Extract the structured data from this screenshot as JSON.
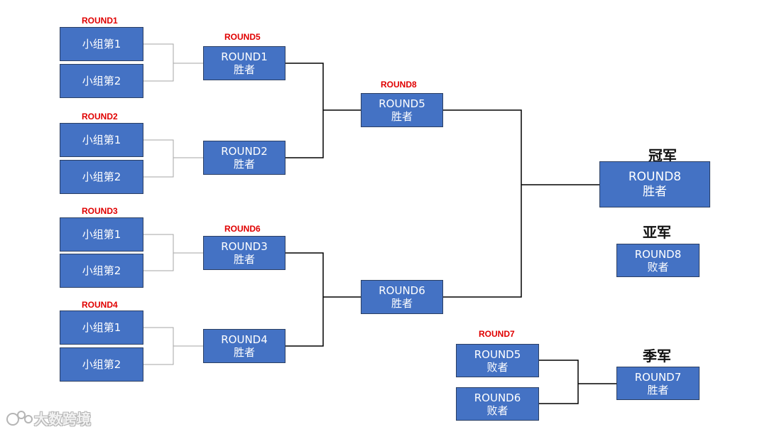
{
  "round_labels": {
    "r1": "ROUND1",
    "r2": "ROUND2",
    "r3": "ROUND3",
    "r4": "ROUND4",
    "r5": "ROUND5",
    "r6": "ROUND6",
    "r7": "ROUND7",
    "r8": "ROUND8"
  },
  "group": {
    "first": "小组第1",
    "second": "小组第2"
  },
  "winner_of": {
    "r1": [
      "ROUND1",
      "胜者"
    ],
    "r2": [
      "ROUND2",
      "胜者"
    ],
    "r3": [
      "ROUND3",
      "胜者"
    ],
    "r4": [
      "ROUND4",
      "胜者"
    ],
    "r5": [
      "ROUND5",
      "胜者"
    ],
    "r6": [
      "ROUND6",
      "胜者"
    ],
    "r7": [
      "ROUND7",
      "胜者"
    ],
    "r8": [
      "ROUND8",
      "胜者"
    ]
  },
  "loser_of": {
    "r5": [
      "ROUND5",
      "败者"
    ],
    "r6": [
      "ROUND6",
      "败者"
    ],
    "r8": [
      "ROUND8",
      "败者"
    ]
  },
  "ranks": {
    "champion": "冠军",
    "runner_up": "亚军",
    "third": "季军"
  },
  "watermark": "大数跨境",
  "colors": {
    "box_fill": "#4472c4",
    "box_border": "#2b3f63",
    "round_label": "#e00000",
    "line_main": "#000000",
    "line_minor": "#a6a6a6"
  }
}
